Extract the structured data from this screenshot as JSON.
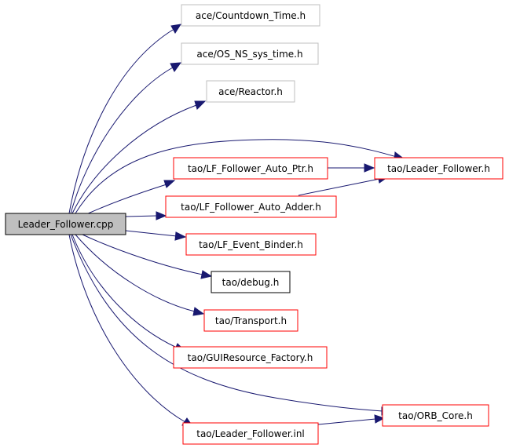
{
  "nodes": {
    "leader_follower_cpp": {
      "label": "Leader_Follower.cpp",
      "kind": "root"
    },
    "countdown_time": {
      "label": "ace/Countdown_Time.h",
      "kind": "external"
    },
    "os_ns_sys_time": {
      "label": "ace/OS_NS_sys_time.h",
      "kind": "external"
    },
    "reactor": {
      "label": "ace/Reactor.h",
      "kind": "external"
    },
    "lf_follower_auto_ptr": {
      "label": "tao/LF_Follower_Auto_Ptr.h",
      "kind": "documented"
    },
    "leader_follower_h": {
      "label": "tao/Leader_Follower.h",
      "kind": "documented"
    },
    "lf_follower_auto_adder": {
      "label": "tao/LF_Follower_Auto_Adder.h",
      "kind": "documented"
    },
    "lf_event_binder": {
      "label": "tao/LF_Event_Binder.h",
      "kind": "documented"
    },
    "debug": {
      "label": "tao/debug.h",
      "kind": "leaf"
    },
    "transport": {
      "label": "tao/Transport.h",
      "kind": "documented"
    },
    "guiresource_factory": {
      "label": "tao/GUIResource_Factory.h",
      "kind": "documented"
    },
    "orb_core": {
      "label": "tao/ORB_Core.h",
      "kind": "documented"
    },
    "leader_follower_inl": {
      "label": "tao/Leader_Follower.inl",
      "kind": "documented"
    }
  },
  "edges": [
    {
      "from": "leader_follower_cpp",
      "to": "countdown_time"
    },
    {
      "from": "leader_follower_cpp",
      "to": "os_ns_sys_time"
    },
    {
      "from": "leader_follower_cpp",
      "to": "reactor"
    },
    {
      "from": "leader_follower_cpp",
      "to": "leader_follower_h"
    },
    {
      "from": "leader_follower_cpp",
      "to": "lf_follower_auto_ptr"
    },
    {
      "from": "leader_follower_cpp",
      "to": "lf_follower_auto_adder"
    },
    {
      "from": "leader_follower_cpp",
      "to": "lf_event_binder"
    },
    {
      "from": "leader_follower_cpp",
      "to": "debug"
    },
    {
      "from": "leader_follower_cpp",
      "to": "transport"
    },
    {
      "from": "leader_follower_cpp",
      "to": "guiresource_factory"
    },
    {
      "from": "leader_follower_cpp",
      "to": "orb_core"
    },
    {
      "from": "leader_follower_cpp",
      "to": "leader_follower_inl"
    },
    {
      "from": "lf_follower_auto_ptr",
      "to": "leader_follower_h"
    },
    {
      "from": "lf_follower_auto_adder",
      "to": "leader_follower_h"
    },
    {
      "from": "leader_follower_inl",
      "to": "orb_core"
    }
  ],
  "colors": {
    "edge": "#191970",
    "root_fill": "#bfbfbf",
    "root_border": "#000000",
    "external_border": "#bfbfbf",
    "documented_border": "#ff0000",
    "leaf_border": "#000000",
    "node_fill": "#ffffff"
  }
}
